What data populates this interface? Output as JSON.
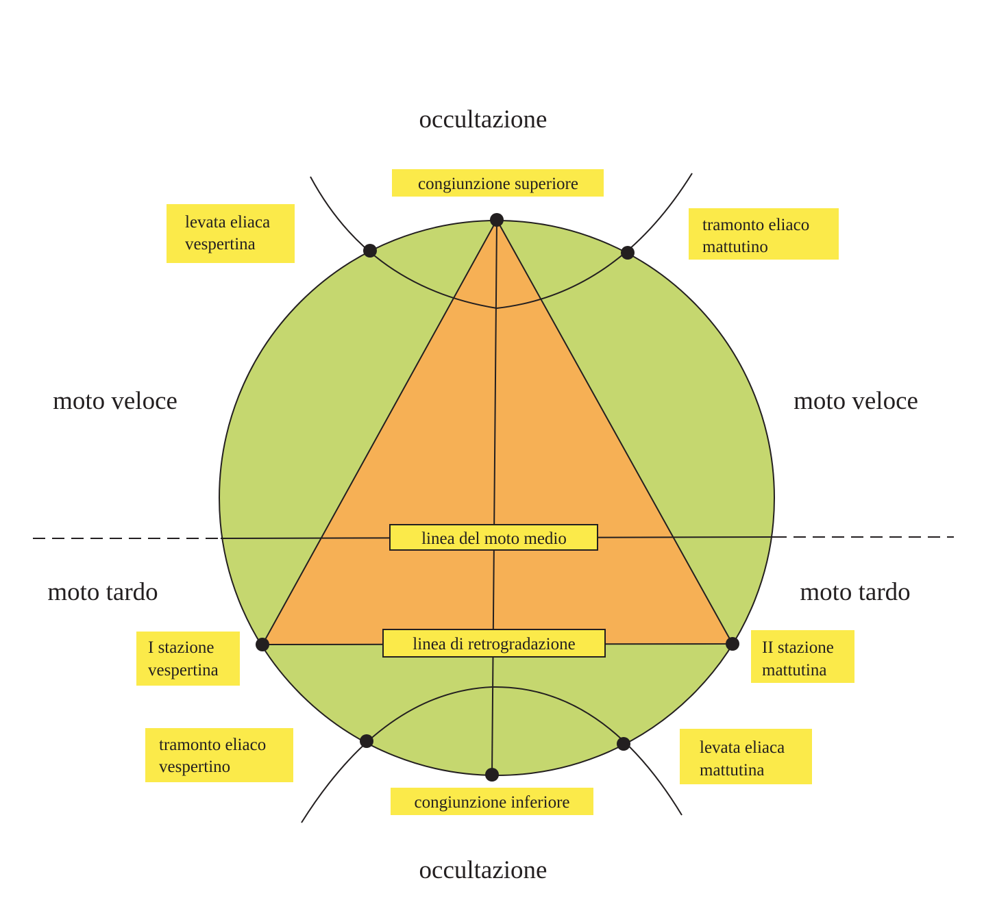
{
  "colors": {
    "circle_fill": "#c5d76f",
    "triangle_fill": "#f6b055",
    "label_fill": "#fbea4a",
    "stroke": "#231f20",
    "background": "#ffffff"
  },
  "regions": {
    "top": "occultazione",
    "bottom": "occultazione",
    "upper_left": "moto veloce",
    "upper_right": "moto veloce",
    "lower_left": "moto tardo",
    "lower_right": "moto tardo"
  },
  "points": {
    "congiunzione_superiore": "congiunzione superiore",
    "levata_eliaca_vespertina": [
      "levata eliaca",
      "vespertina"
    ],
    "tramonto_eliaco_mattutino": [
      "tramonto eliaco",
      "mattutino"
    ],
    "stazione_vespertina": [
      "I stazione",
      "vespertina"
    ],
    "stazione_mattutina": [
      "II stazione",
      "mattutina"
    ],
    "tramonto_eliaco_vespertino": [
      "tramonto eliaco",
      "vespertino"
    ],
    "levata_eliaca_mattutina": [
      "levata eliaca",
      "mattutina"
    ],
    "congiunzione_inferiore": "congiunzione inferiore"
  },
  "lines": {
    "moto_medio": "linea del moto medio",
    "retrogradazione": "linea di retrogradazione"
  }
}
